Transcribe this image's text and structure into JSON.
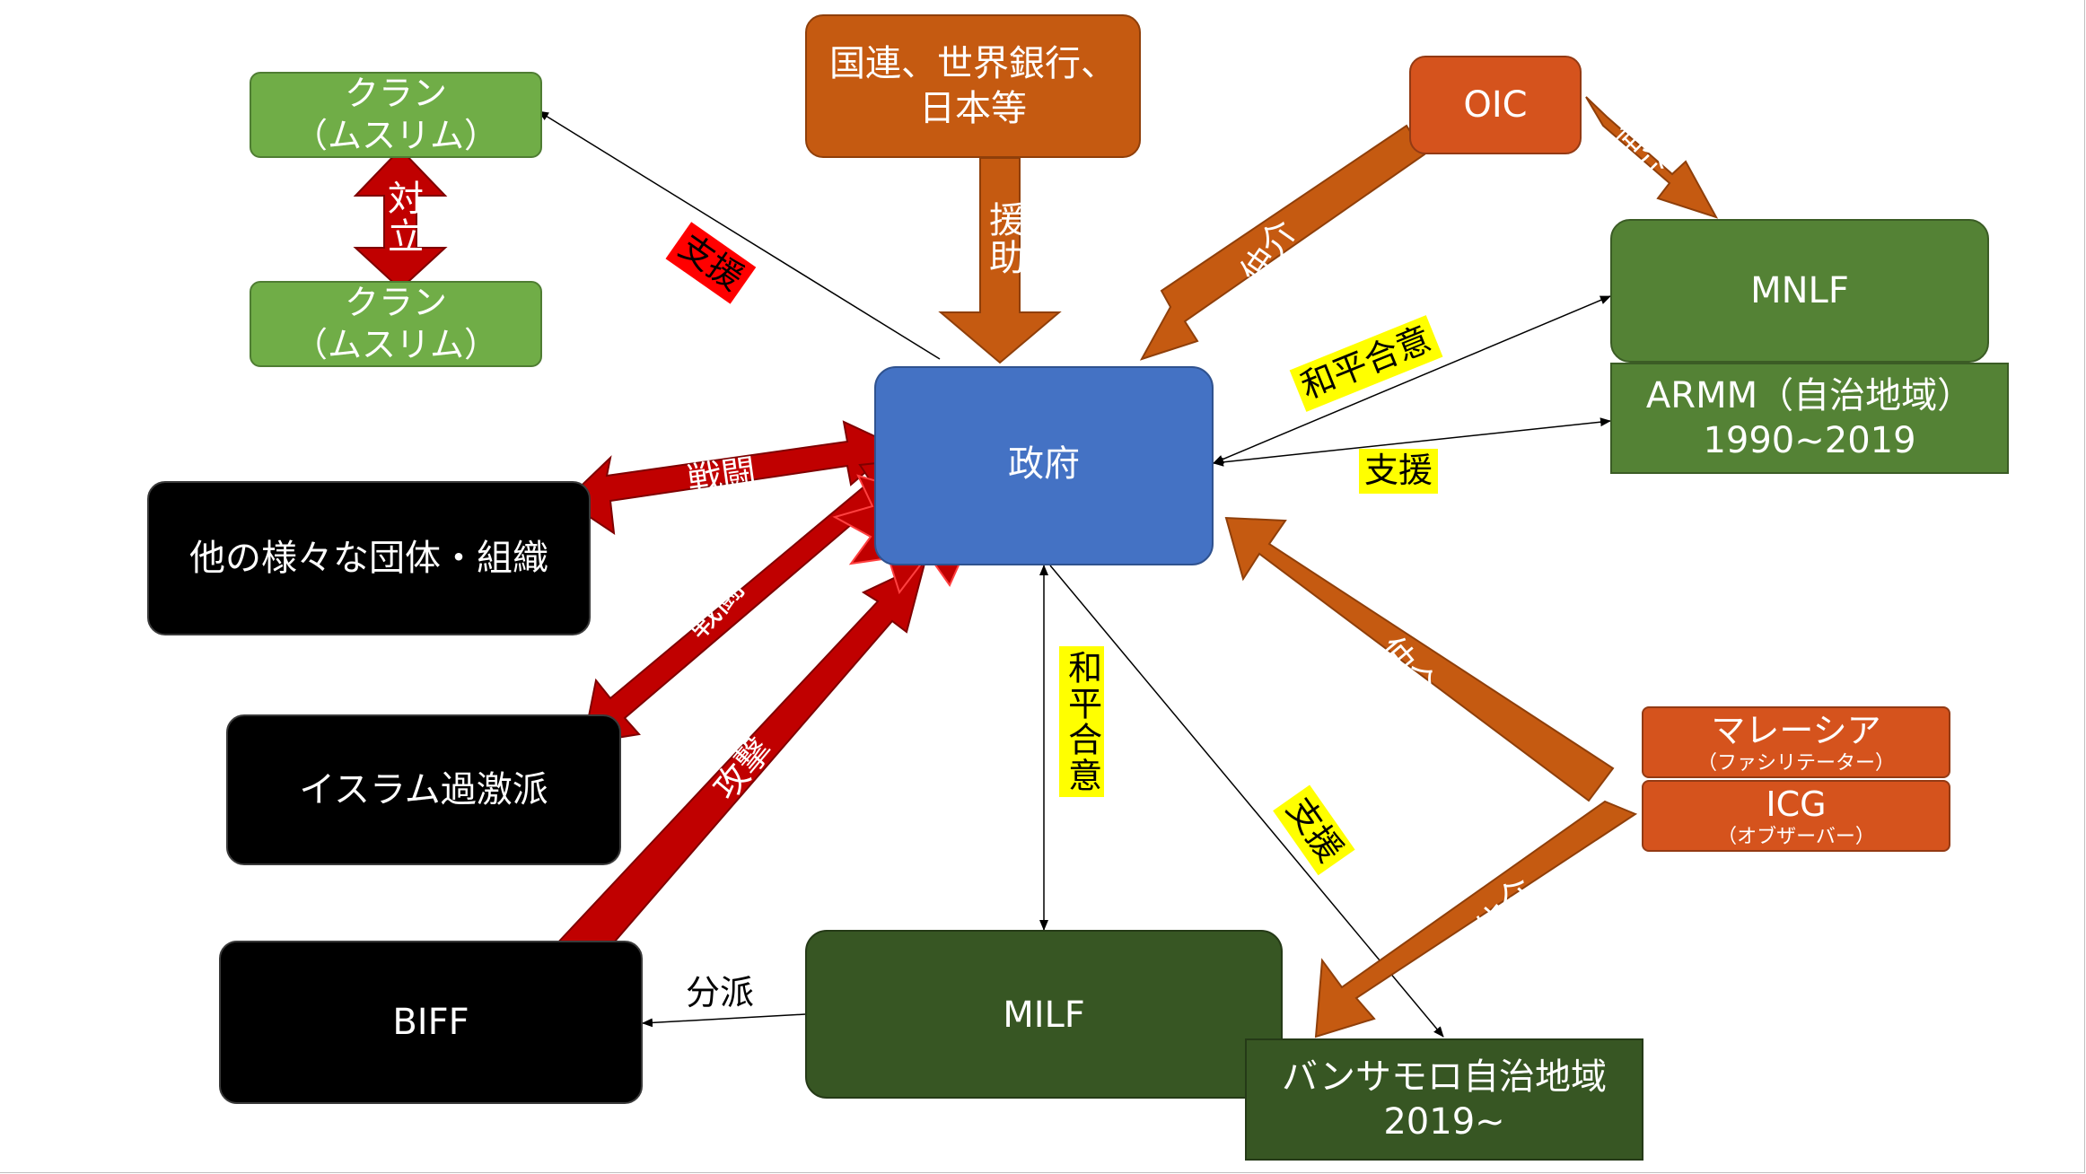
{
  "nodes": {
    "clan_top": {
      "line1": "クラン",
      "line2": "（ムスリム）"
    },
    "clan_bottom": {
      "line1": "クラン",
      "line2": "（ムスリム）"
    },
    "un": {
      "line1": "国連、世界銀行、",
      "line2": "日本等"
    },
    "oic": "OIC",
    "mnlf": "MNLF",
    "armm": {
      "line1": "ARMM（自治地域）",
      "line2": "1990~2019"
    },
    "government": "政府",
    "other_groups": "他の様々な団体・組織",
    "islamic_extremists": "イスラム過激派",
    "biff": "BIFF",
    "milf": "MILF",
    "bangsamoro": {
      "line1": "バンサモロ自治地域",
      "line2": "2019~"
    },
    "malaysia": {
      "name": "マレーシア",
      "role": "（ファシリテーター）"
    },
    "icg": {
      "name": "ICG",
      "role": "（オブザーバー）"
    }
  },
  "edges": {
    "clan_conflict": "対立",
    "un_aid": "援助",
    "support_clan": "支援",
    "oic_mediation_gov": "仲介",
    "oic_mediation_mnlf": "仲介",
    "peace_mnlf": "和平合意",
    "support_armm": "支援",
    "battle_other": "戦闘",
    "battle_extremist": "戦闘",
    "attack_biff": "攻撃",
    "peace_milf": "和平合意",
    "support_bangsamoro": "支援",
    "malaysia_mediation_gov": "仲介",
    "malaysia_mediation_bangsamoro": "仲介",
    "faction": "分派"
  },
  "colors": {
    "orange": "#c55a11",
    "red_arrow": "#c00000",
    "blue": "#4472c4",
    "light_green": "#70ad47",
    "green": "#548235",
    "dark_green": "#375623",
    "yellow_label": "#ffff00",
    "red_label": "#ff0000"
  }
}
